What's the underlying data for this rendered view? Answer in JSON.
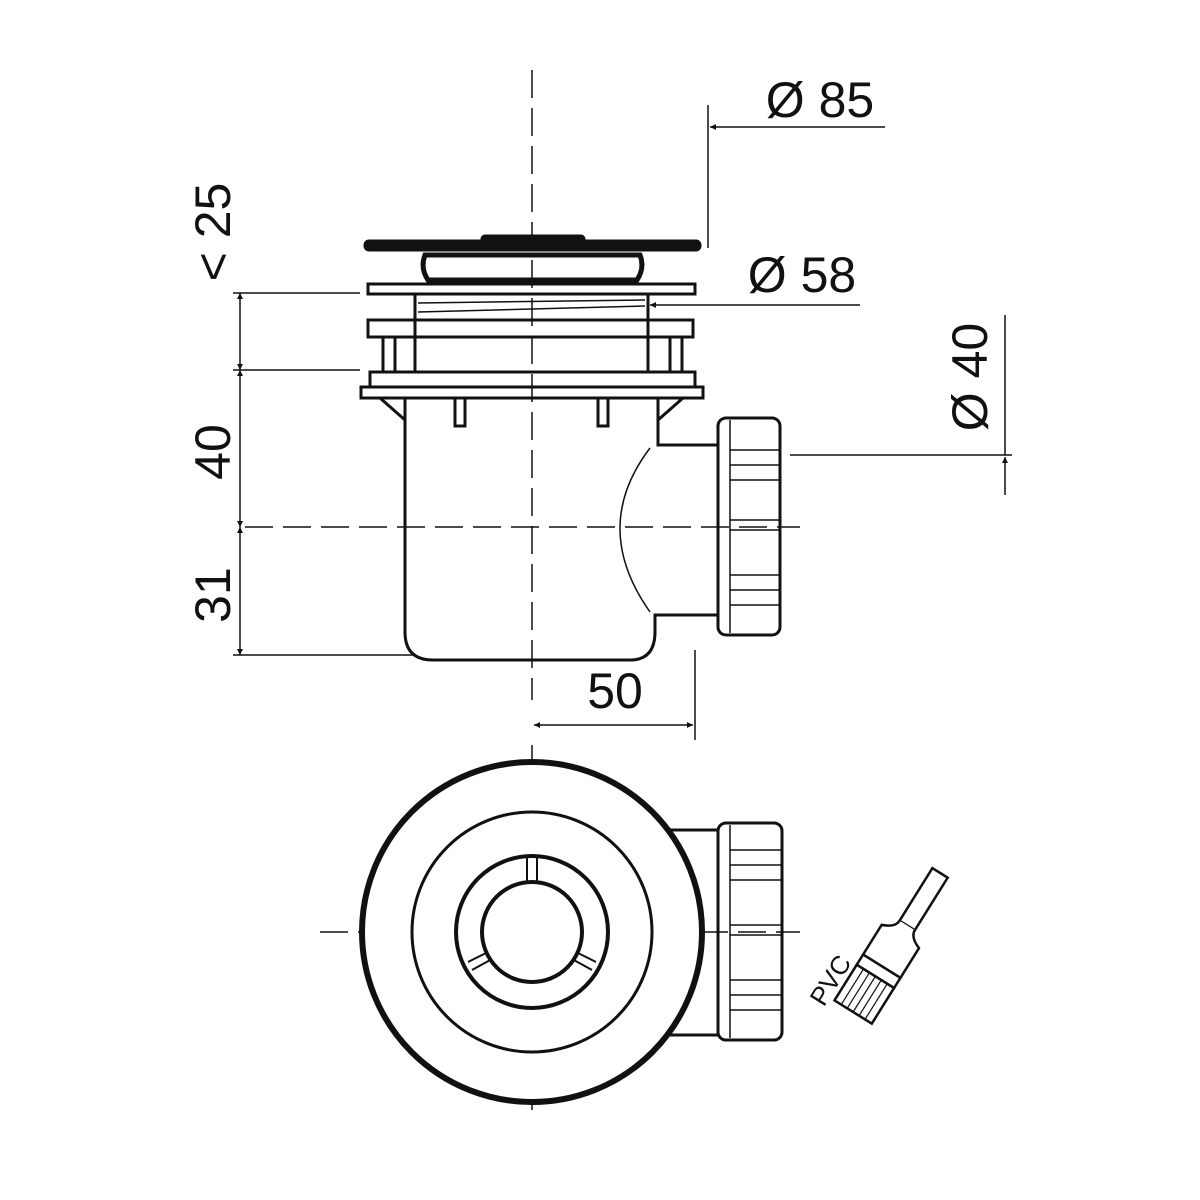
{
  "title": "Shower drain technical drawing",
  "dimensions": {
    "outer_diameter": "Ø 85",
    "inner_diameter": "Ø 58",
    "outlet_diameter": "Ø 40",
    "max_thickness": "< 25",
    "height_to_outlet": "40",
    "depth_below_outlet": "31",
    "outlet_offset": "50"
  },
  "material_label": "PVC",
  "colors": {
    "line": "#111111",
    "background": "#ffffff"
  }
}
